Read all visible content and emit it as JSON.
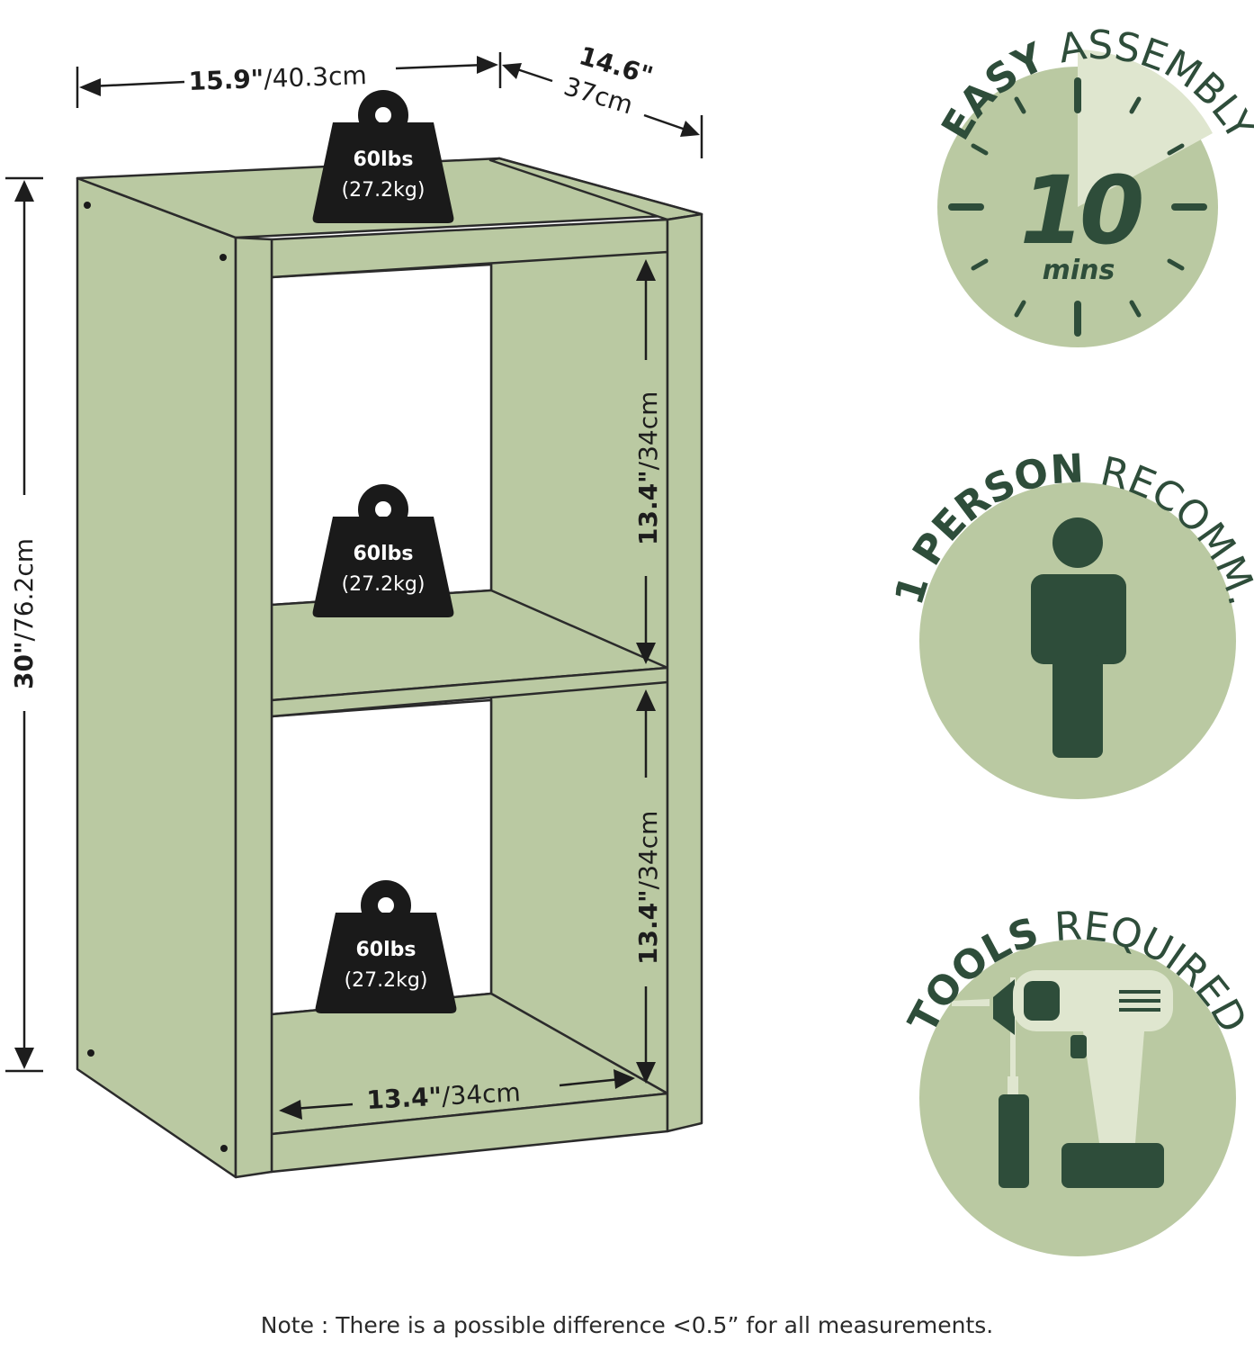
{
  "colors": {
    "sage": "#bac9a2",
    "sage_light": "#dfe6cf",
    "forest": "#2e4d3a",
    "outline": "#2b2b2b",
    "weight_fill": "#1a1a1a"
  },
  "dimensions": {
    "width_bold": "15.9\"",
    "width_metric": "/40.3cm",
    "depth_bold": "14.6\"",
    "depth_metric": "37cm",
    "height_bold": "30\"",
    "height_metric": "/76.2cm",
    "upper_cubby_bold": "13.4\"",
    "upper_cubby_metric": "/34cm",
    "lower_cubby_bold": "13.4\"",
    "lower_cubby_metric": "/34cm",
    "inner_width_bold": "13.4\"",
    "inner_width_metric": "/34cm"
  },
  "weights": [
    {
      "lbs": "60lbs",
      "kg": "(27.2kg)"
    },
    {
      "lbs": "60lbs",
      "kg": "(27.2kg)"
    },
    {
      "lbs": "60lbs",
      "kg": "(27.2kg)"
    }
  ],
  "badges": {
    "assembly": {
      "bold": "EASY",
      "regular": "ASSEMBLY",
      "number": "10",
      "unit": "mins",
      "icon": "clock-icon"
    },
    "person": {
      "bold": "1 PERSON",
      "regular": "RECOMM.",
      "icon": "person-icon"
    },
    "tools": {
      "bold": "TOOLS",
      "regular": "REQUIRED",
      "icon": "drill-screwdriver-icon"
    }
  },
  "note": "Note : There is a possible difference <0.5” for all measurements."
}
